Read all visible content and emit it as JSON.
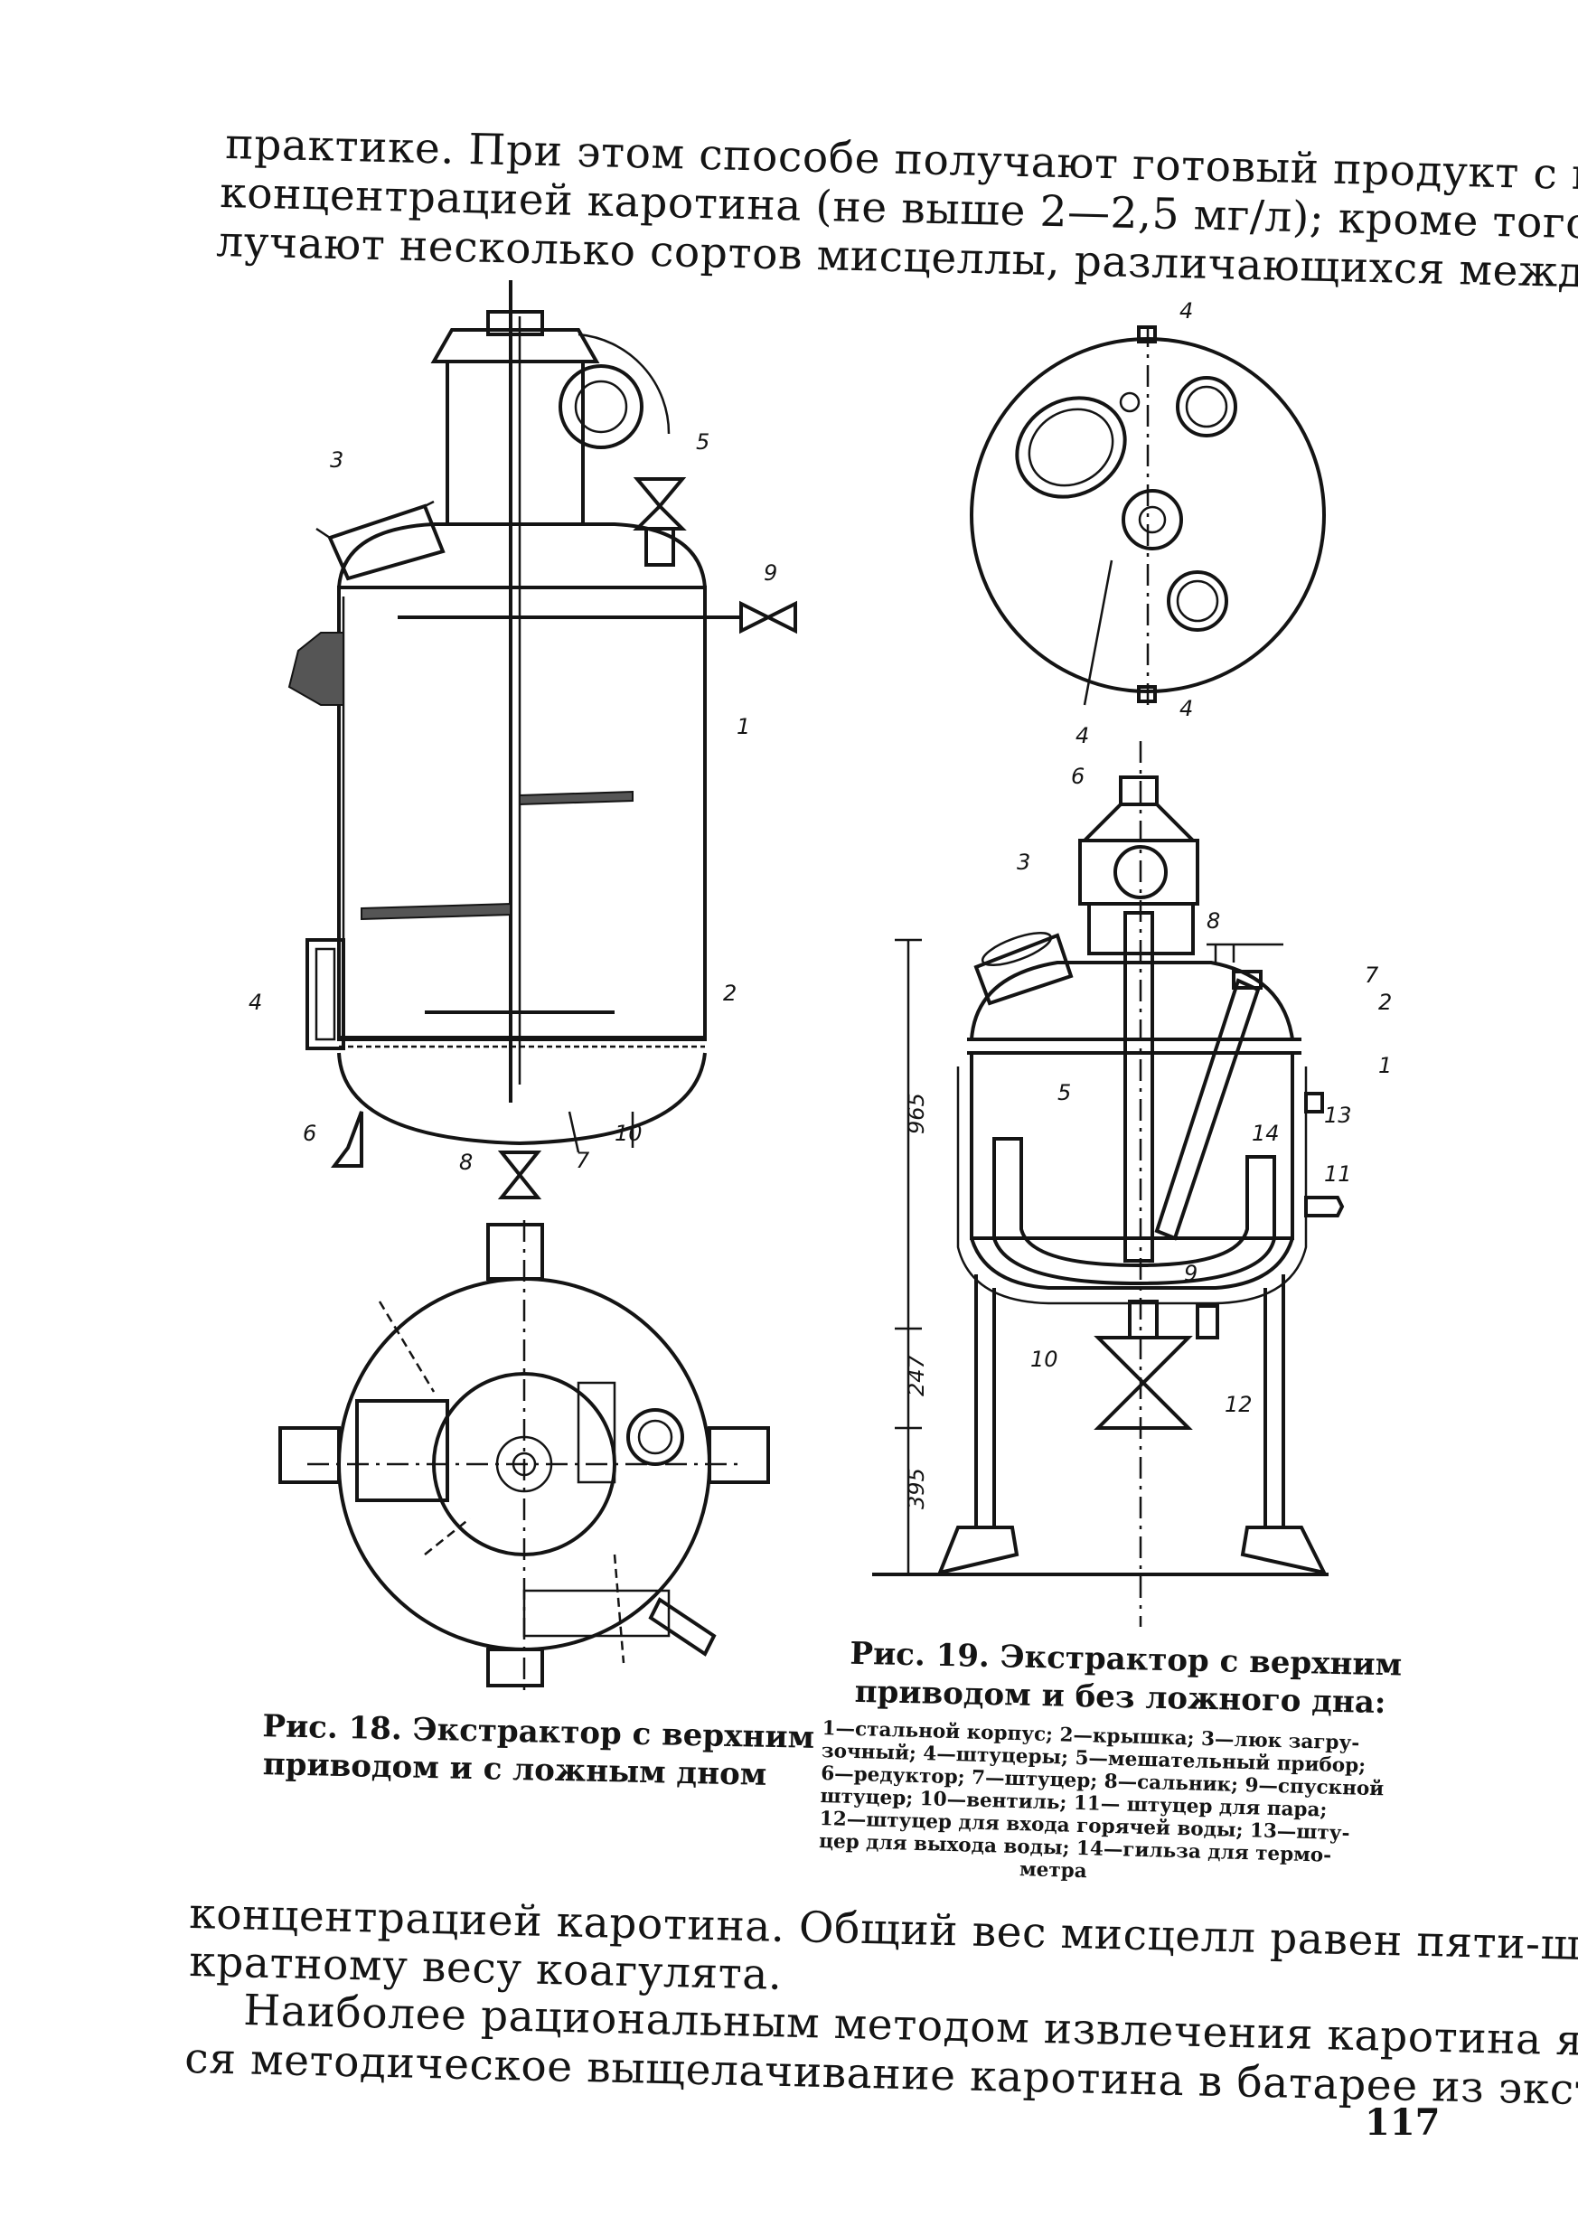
{
  "top_text": [
    "практике. При этом способе получают готовый продукт с низкой",
    "концентрацией каротина (не выше 2—2,5 мг/л); кроме того, по-",
    "лучают несколько сортов мисцеллы, различающихся между собой"
  ],
  "fig18": {
    "caption_line1": "Рис. 18. Экстрактор с верхним",
    "caption_line2": "приводом и с ложным дном",
    "callouts": {
      "c1": "1",
      "c2": "2",
      "c3": "3",
      "c4": "4",
      "c5": "5",
      "c6": "6",
      "c7": "7",
      "c8": "8",
      "c9": "9",
      "c10": "10"
    }
  },
  "fig19": {
    "caption_line1": "Рис. 19. Экстрактор с верхним",
    "caption_line2": "приводом и без ложного дна:",
    "legend": [
      "1—стальной корпус; 2—крышка; 3—люк загру-",
      "зочный; 4—штуцеры; 5—мешательный прибор;",
      "6—редуктор; 7—штуцер; 8—сальник; 9—спускной",
      "штуцер; 10—вентиль; 11— штуцер для пара;",
      "12—штуцер для входа горячей воды; 13—шту-",
      "цер для выхода воды; 14—гильза для термо-",
      "метра"
    ],
    "callouts": {
      "c1": "1",
      "c2": "2",
      "c3": "3",
      "c4a": "4",
      "c4b": "4",
      "c4c": "4",
      "c5": "5",
      "c6": "6",
      "c7": "7",
      "c8": "8",
      "c9": "9",
      "c10": "10",
      "c11": "11",
      "c12": "12",
      "c13": "13",
      "c14": "14"
    },
    "dimensions": {
      "d965": "965",
      "d247": "247",
      "d395": "395"
    }
  },
  "bottom_text": [
    "концентрацией каротина. Общий вес мисцелл равен пяти-шести-",
    "кратному весу коагулята.",
    "Наиболее рациональным методом извлечения каротина являет-",
    "ся методическое выщелачивание каротина в батарее из экстракто-"
  ],
  "page_number": "117"
}
